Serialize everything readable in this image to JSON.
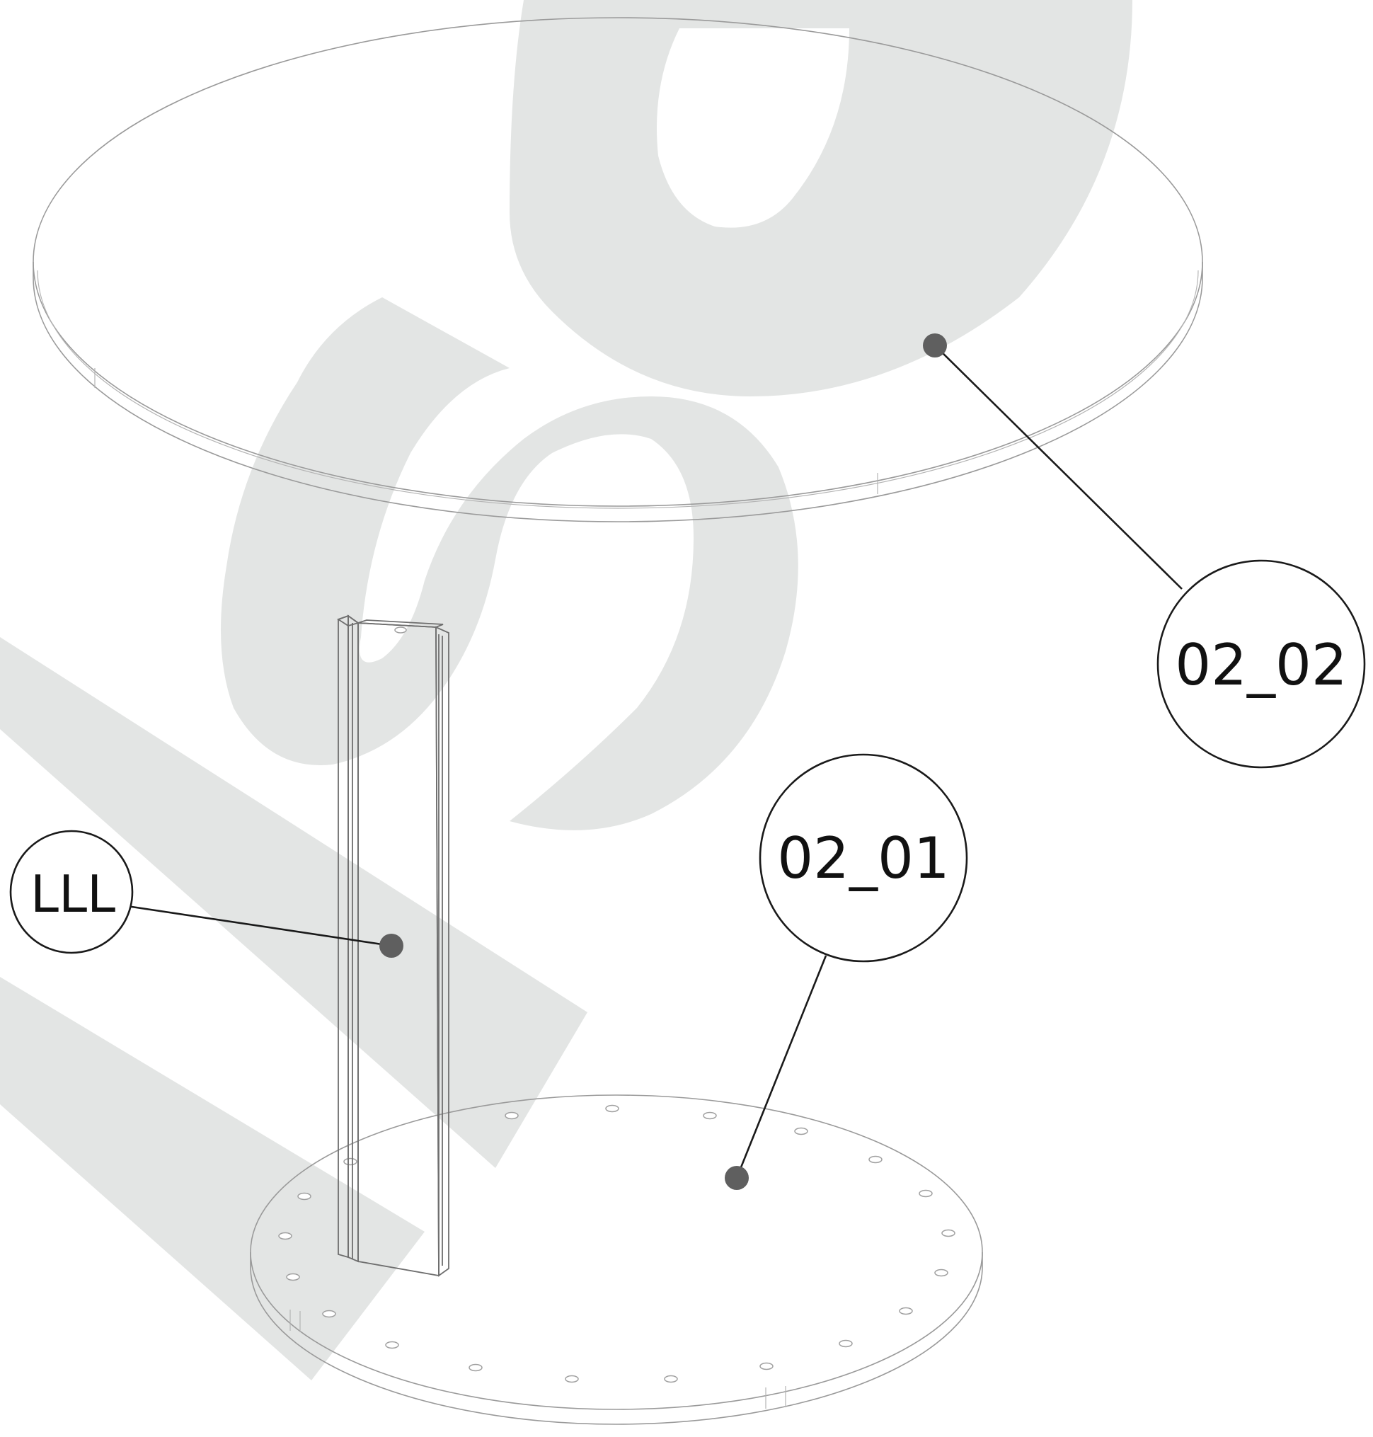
{
  "callouts": {
    "top_disc": {
      "label": "02_02"
    },
    "base_disc": {
      "label": "02_01"
    },
    "post": {
      "label": "LLL"
    }
  },
  "colors": {
    "watermark": "#e3e5e4",
    "leader": "#1a1a1a",
    "anchor": "#5f5f5f"
  }
}
